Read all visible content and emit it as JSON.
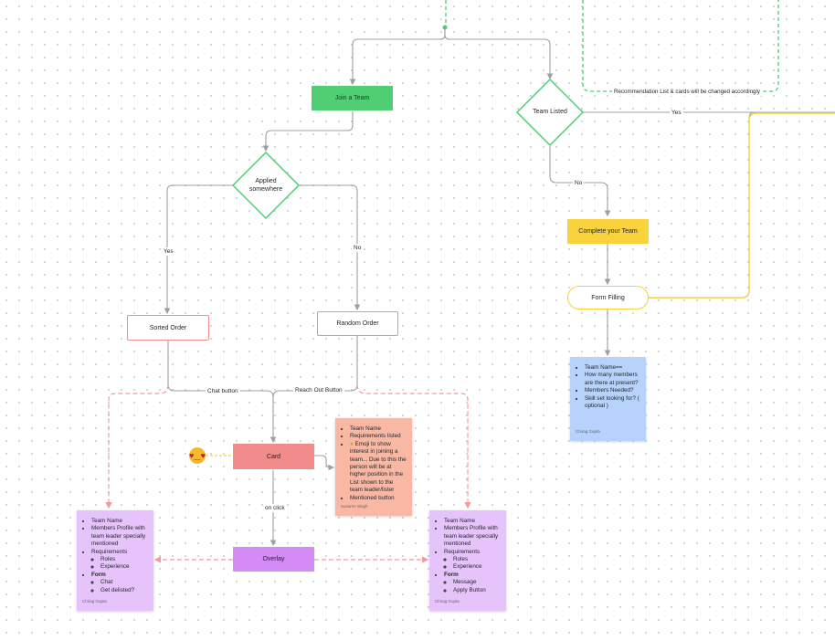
{
  "nodes": {
    "join_team": "Join a Team",
    "team_listed": "Team Listed",
    "applied_somewhere": "Applied somewhere",
    "sorted_order": "Sorted Order",
    "random_order": "Random Order",
    "card": "Card",
    "overlay": "Overlay",
    "complete_team": "Complete your Team",
    "form_filling": "Form Filling"
  },
  "edges": {
    "yes_left": "Yes",
    "no_right": "No",
    "yes_team_listed": "Yes",
    "no_team_listed": "No",
    "chat_button": "Chat button",
    "reach_out_button": "Reach Out Button",
    "on_click": "on click"
  },
  "group_caption": "Recommendation List & cards will be changed accordingly",
  "stickies": {
    "left_purple": {
      "team_name": "Team Name",
      "members_profile": "Members Profile with team leader specially mentioned",
      "requirements": "Requirements",
      "roles": "Roles",
      "experience": "Experience",
      "form": "Form",
      "chat": "Chat",
      "delisted": "Get delisted?",
      "author": "Chirag Gupta"
    },
    "card_note": {
      "team_name": "Team Name",
      "requirements_listed": "Requirements listed",
      "emoji_text": "Emoji to show interest in joining a team... Due to this the person will be at higher position in the List shown to the team leader/lister",
      "mentioned_button": "Mentioned button",
      "author": "Suvarnn Singh"
    },
    "right_purple": {
      "team_name": "Team Name",
      "members_profile": "Members Profile with team leader specially mentioned",
      "requirements": "Requirements",
      "roles": "Roles",
      "experience": "Experience",
      "form": "Form",
      "message": "Message",
      "apply_button": "Apply Button",
      "author": "Chirag Gupta"
    },
    "blue": {
      "team_name": "Team Name==",
      "members_present": "How many members are there at present?",
      "members_needed": "Members Needed?",
      "skill_set": "Skill set looking for? ( optional )",
      "author": "Chirag Gupta"
    }
  },
  "icons": {
    "emoji": "heart-eyes-emoji-icon"
  },
  "colors": {
    "green": "#4fce73",
    "pink_border": "#ef8f8f",
    "card_red": "#f28b8b",
    "overlay_purple": "#d48bf5",
    "yellow": "#f9d23c",
    "purple_sticky": "#e6c4fb",
    "salmon_sticky": "#f8b8a4",
    "blue_sticky": "#b7d3fb"
  }
}
